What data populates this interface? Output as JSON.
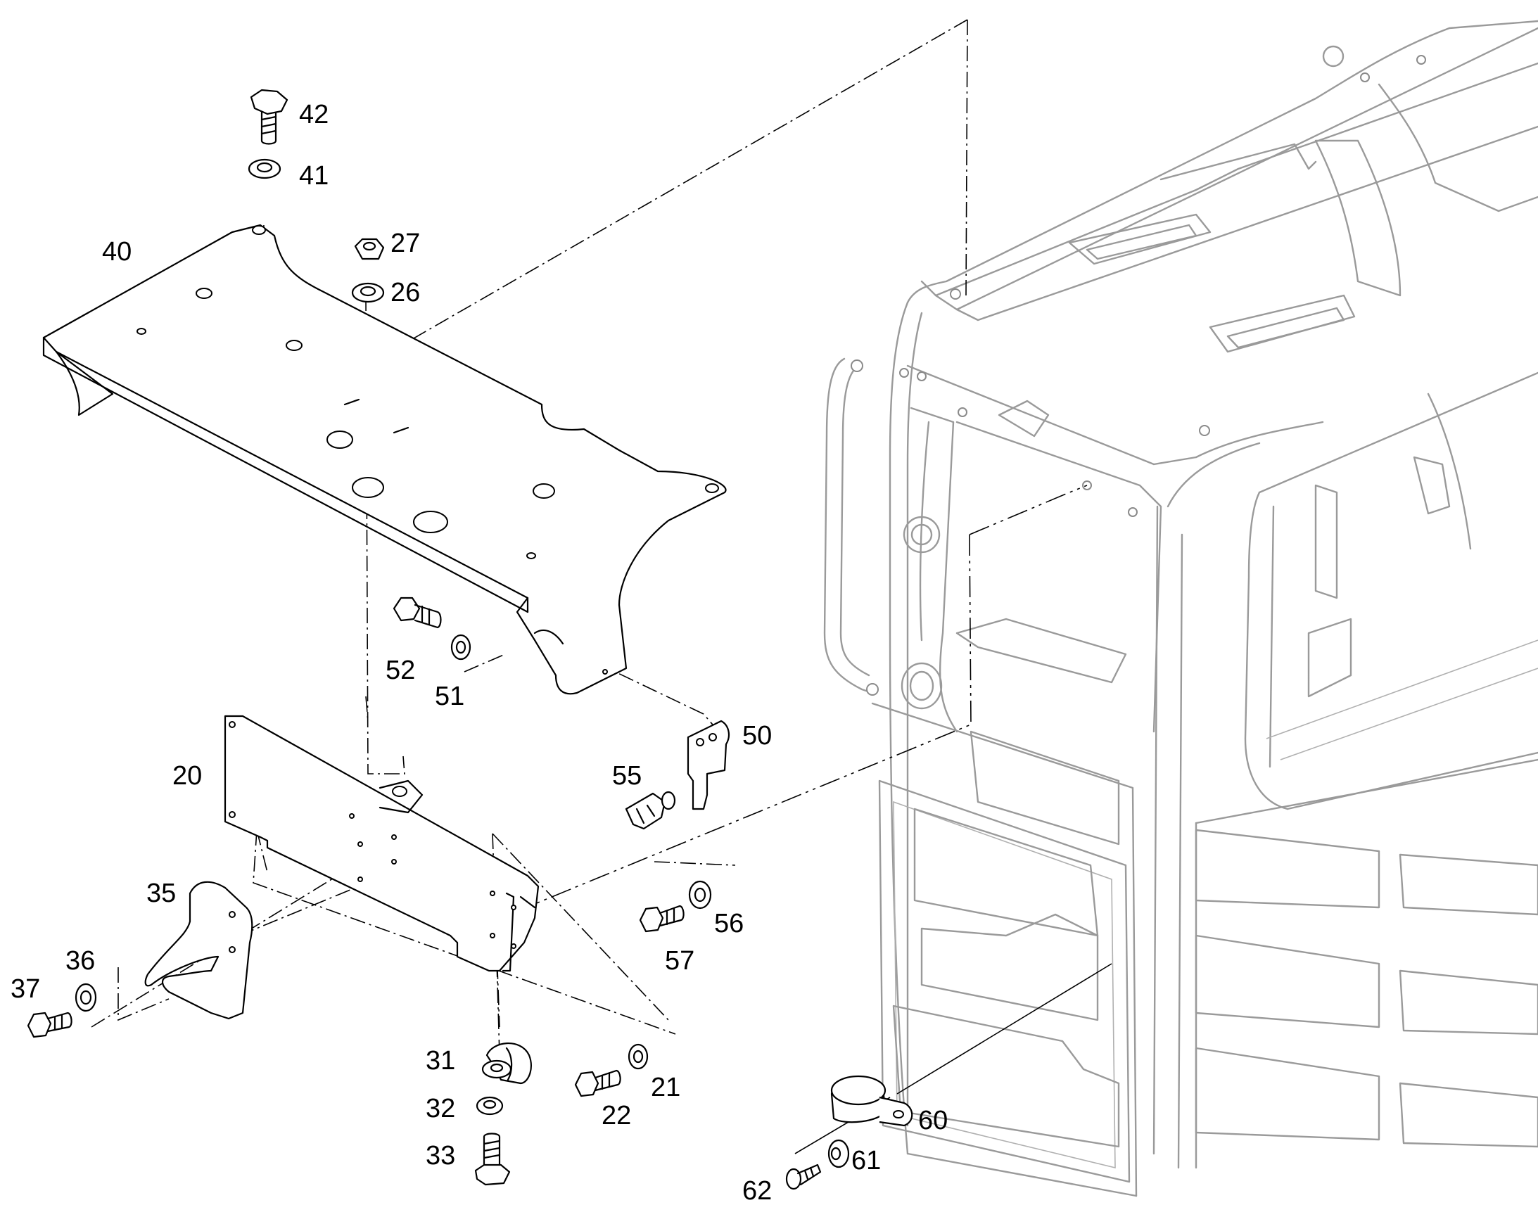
{
  "callouts": [
    {
      "id": "42",
      "label": "42"
    },
    {
      "id": "41",
      "label": "41"
    },
    {
      "id": "40",
      "label": "40"
    },
    {
      "id": "27",
      "label": "27"
    },
    {
      "id": "26",
      "label": "26"
    },
    {
      "id": "52",
      "label": "52"
    },
    {
      "id": "51",
      "label": "51"
    },
    {
      "id": "50",
      "label": "50"
    },
    {
      "id": "55",
      "label": "55"
    },
    {
      "id": "20",
      "label": "20"
    },
    {
      "id": "35",
      "label": "35"
    },
    {
      "id": "36",
      "label": "36"
    },
    {
      "id": "37",
      "label": "37"
    },
    {
      "id": "56",
      "label": "56"
    },
    {
      "id": "57",
      "label": "57"
    },
    {
      "id": "31",
      "label": "31"
    },
    {
      "id": "32",
      "label": "32"
    },
    {
      "id": "33",
      "label": "33"
    },
    {
      "id": "22",
      "label": "22"
    },
    {
      "id": "21",
      "label": "21"
    },
    {
      "id": "60",
      "label": "60"
    },
    {
      "id": "61",
      "label": "61"
    },
    {
      "id": "62",
      "label": "62"
    }
  ]
}
